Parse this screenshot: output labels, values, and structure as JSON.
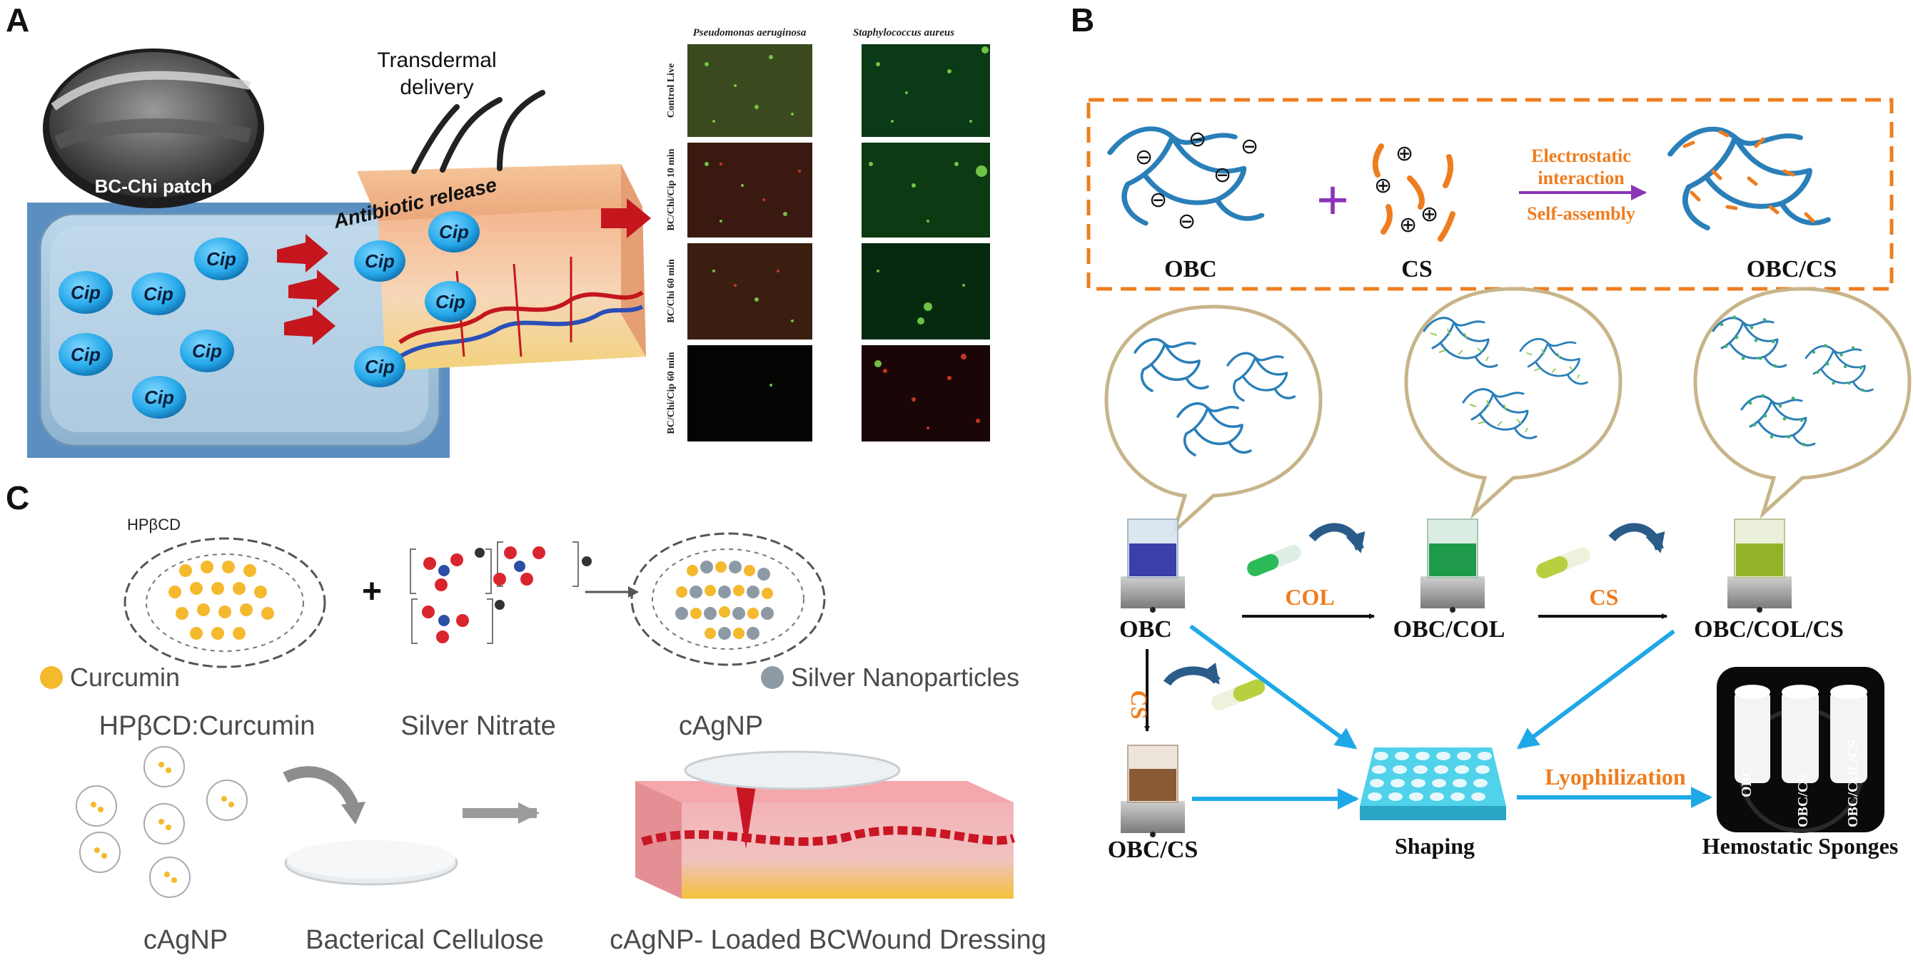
{
  "panel_letters": {
    "a": "A",
    "b": "B",
    "c": "C"
  },
  "panel_a": {
    "sem_label": "BC-Chi patch",
    "transdermal": [
      "Transdermal",
      "delivery"
    ],
    "antibiotic_release": "Antibiotic release",
    "cip": "Cip",
    "micro_cols": [
      "Pseudomonas aeruginosa",
      "Staphylococcus aureus"
    ],
    "micro_rows": [
      "Control Live",
      "BC/Chi/Cip 10 min",
      "BC/Chi 60 min",
      "BC/Chi/Cip 60 min"
    ]
  },
  "panel_b": {
    "obc": "OBC",
    "cs": "CS",
    "obc_cs": "OBC/CS",
    "interaction_top": [
      "Electrostatic",
      "interaction"
    ],
    "interaction_bottom": "Self-assembly",
    "col": "COL",
    "obc_col": "OBC/COL",
    "obc_col_cs": "OBC/COL/CS",
    "shaping": "Shaping",
    "lyophilization": "Lyophilization",
    "hemostatic": "Hemostatic Sponges",
    "sponge_labels": [
      "OBC",
      "OBC/CS",
      "OBC/COL/CS"
    ],
    "minus": "⊖",
    "plus": "⊕"
  },
  "panel_c": {
    "hpbcd": "HPβCD",
    "plus_sign": "+",
    "curcumin": "Curcumin",
    "silver_np": "Silver Nanoparticles",
    "hpbcd_curcumin": "HPβCD:Curcumin",
    "silver_nitrate": "Silver Nitrate",
    "cagnp": "cAgNP",
    "cagnp2": "cAgNP",
    "bacterial_cellulose": "Bacterical Cellulose",
    "dressing": "cAgNP- Loaded BCWound Dressing"
  },
  "colors": {
    "network": "#2a7fb8",
    "cs_orange": "#ee7d1f",
    "arrow_blue": "#1fa8e6",
    "arrow_purple": "#8a34b8",
    "cip_blue": "#27a9ea",
    "red_arrow": "#c4161c"
  }
}
